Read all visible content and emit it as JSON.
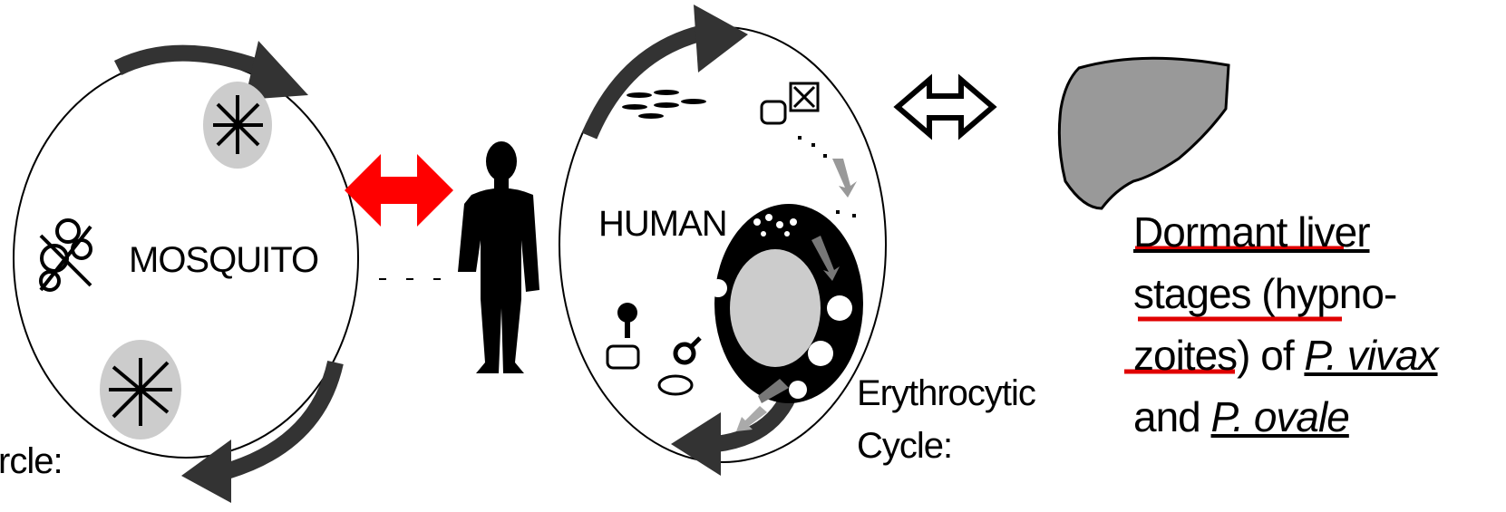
{
  "labels": {
    "mosquito": "MOSQUITO",
    "human": "HUMAN",
    "erythrocytic_line1": "Erythrocytic",
    "erythrocytic_line2": "Cycle:",
    "left_cut_line": "rcle:"
  },
  "liver_note": {
    "line1": "Dormant liver",
    "line2": "stages (hypno-",
    "line3_a": "zoites)",
    "line3_b": " of ",
    "line3_c": "P. vivax",
    "line4_a": "and ",
    "line4_b": "P. ovale"
  },
  "colors": {
    "arrow_red": "#ff0000",
    "underline_red": "#e00000",
    "cycle_arrow": "#333333",
    "liver_fill": "#999999",
    "gut_fill": "#cccccc"
  }
}
